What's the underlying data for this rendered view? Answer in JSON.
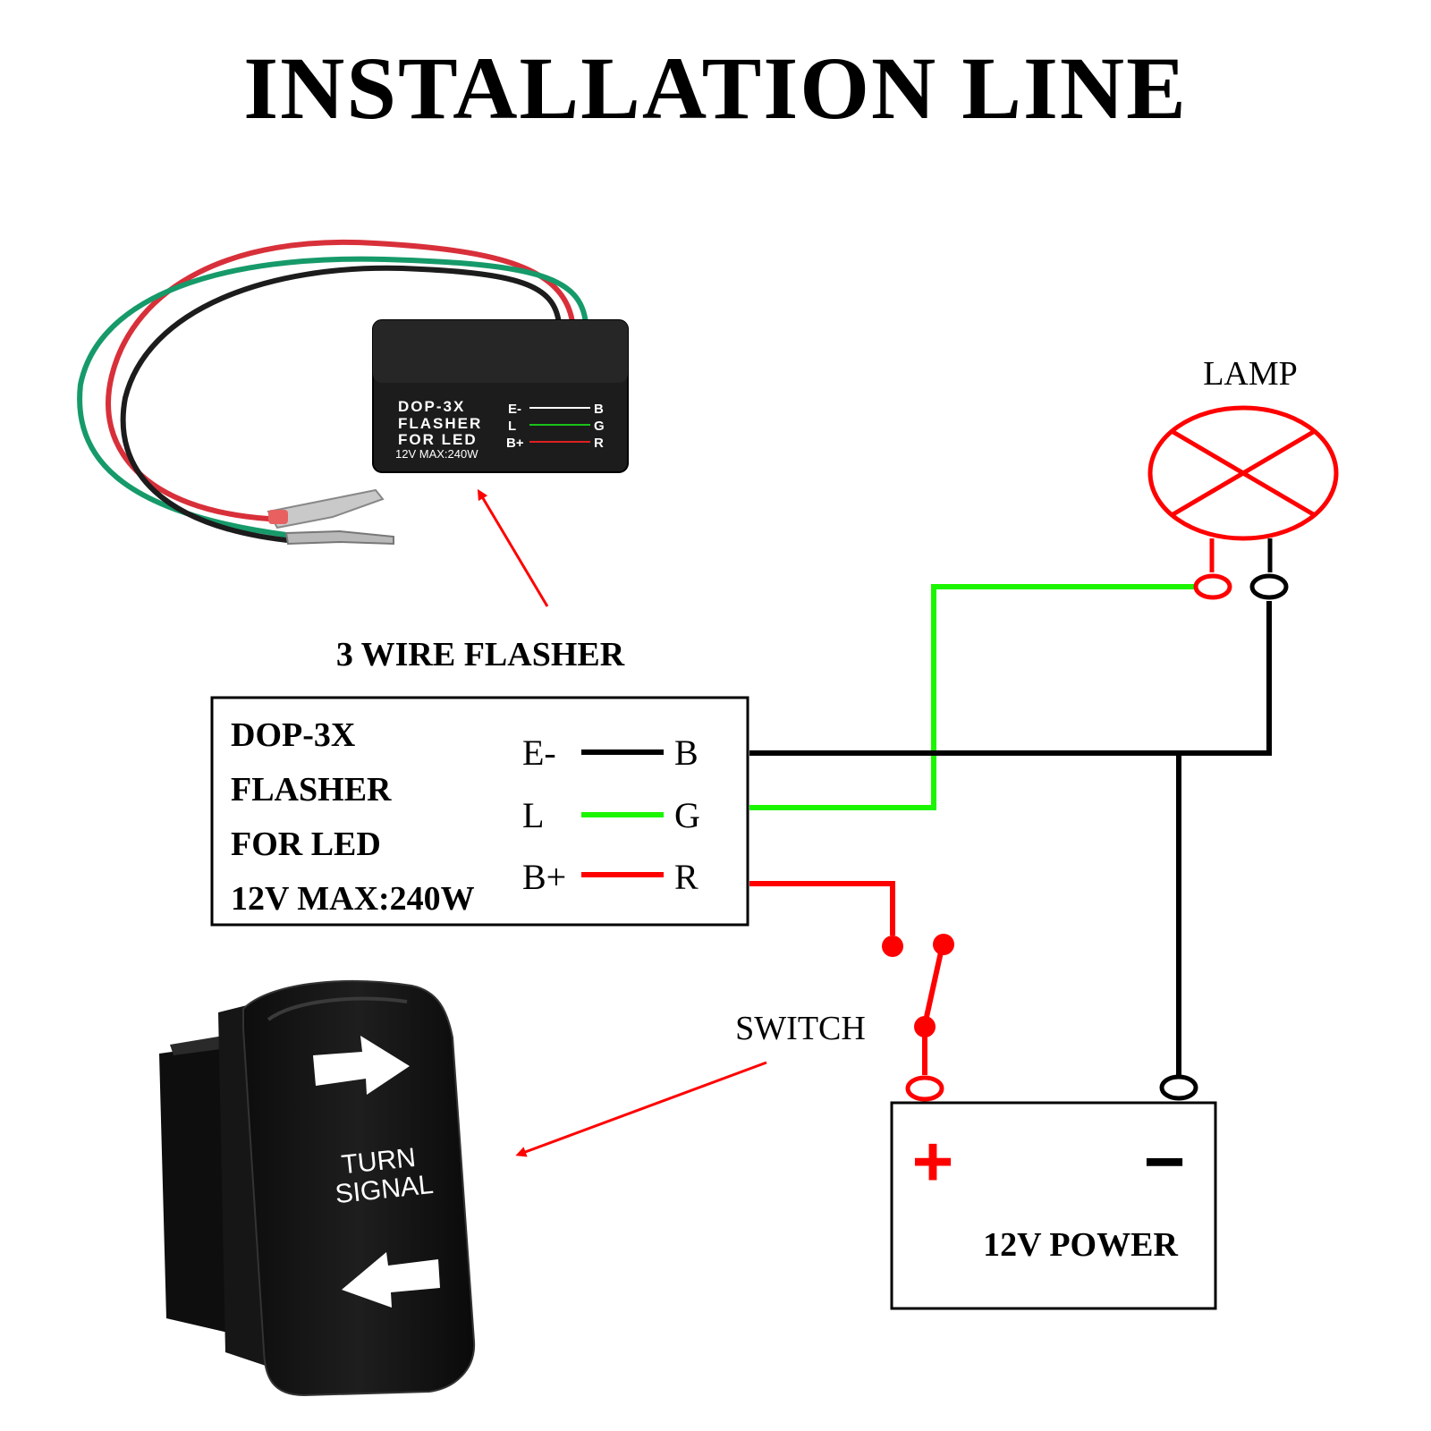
{
  "title": "INSTALLATION LINE",
  "colors": {
    "red": "#ff0000",
    "green": "#1cf500",
    "black": "#000000",
    "wire_red": "#d8303a",
    "wire_green": "#169a6a",
    "device_body": "#1c1c1c"
  },
  "flasher_photo": {
    "caption": "3 WIRE FLASHER",
    "label_lines": [
      "DOP-3X",
      "FLASHER",
      "FOR LED",
      "12V MAX:240W"
    ],
    "pins": [
      {
        "pin": "E-",
        "wire": "B"
      },
      {
        "pin": "L",
        "wire": "G"
      },
      {
        "pin": "B+",
        "wire": "R"
      }
    ]
  },
  "flasher_box": {
    "lines": [
      "DOP-3X",
      "FLASHER",
      "FOR LED",
      "12V MAX:240W"
    ],
    "pins": [
      {
        "pin": "E-",
        "wire": "B",
        "color": "#000000"
      },
      {
        "pin": "L",
        "wire": "G",
        "color": "#1cf500"
      },
      {
        "pin": "B+",
        "wire": "R",
        "color": "#ff0000"
      }
    ]
  },
  "lamp": {
    "label": "LAMP"
  },
  "switch": {
    "label": "SWITCH"
  },
  "switch_photo": {
    "text_lines": [
      "TURN",
      "SIGNAL"
    ],
    "icons": [
      "arrow-right-icon",
      "arrow-left-icon"
    ]
  },
  "power": {
    "label": "12V POWER",
    "plus": "+",
    "minus": "−"
  }
}
